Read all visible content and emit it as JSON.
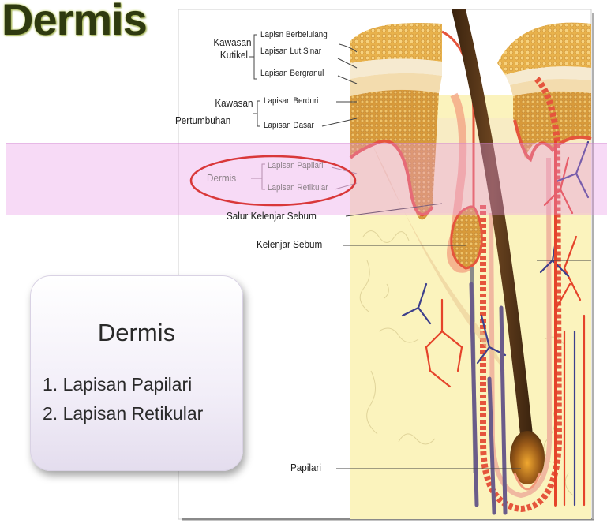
{
  "title": "Dermis",
  "labels": {
    "kawasan_kutikel_1": "Kawasan",
    "kawasan_kutikel_2": "Kutikel",
    "lapisan_berbelulang": "Lapisn Berbelulang",
    "lapisan_lut_sinar": "Lapisan Lut Sinar",
    "lapisan_bergranul": "Lapisan Bergranul",
    "kawasan_pertumbuhan_1": "Kawasan",
    "kawasan_pertumbuhan_2": "Pertumbuhan",
    "lapisan_berduri": "Lapisan Berduri",
    "lapisan_dasar": "Lapisan Dasar",
    "dermis": "Dermis",
    "lapisan_papilari": "Lapisan Papilari",
    "lapisan_retikular": "Lapisan Retikular",
    "salur_kelenjar_sebum": "Salur Kelenjar Sebum",
    "kelenjar_sebum": "Kelenjar Sebum",
    "papilari": "Papilari"
  },
  "card": {
    "title": "Dermis",
    "items": [
      "1. Lapisan Papilari",
      "2. Lapisan Retikular"
    ]
  },
  "colors": {
    "title_text": "#2f3a10",
    "highlight_band": "#e896e4",
    "dermis_ellipse": "#d9383a",
    "hair_shaft": "#4a2e14",
    "epidermis_cells": "#e8b04a",
    "dermis_tissue": "#fbf3bd",
    "artery": "#e5432a",
    "vein": "#3d3f8c"
  }
}
